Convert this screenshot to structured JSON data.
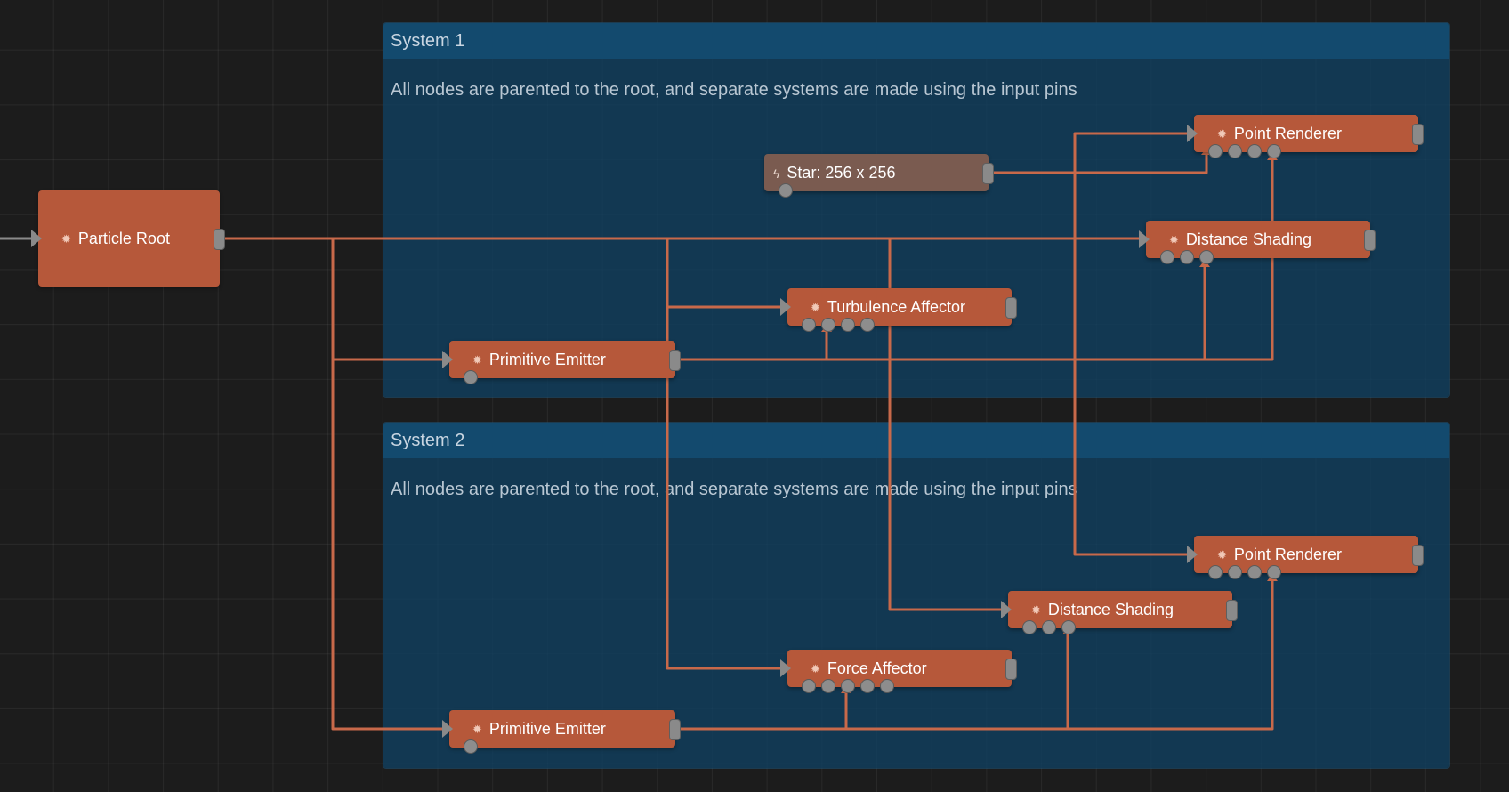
{
  "groups": [
    {
      "title": "System 1",
      "comment": "All nodes are parented to the root, and separate systems are made using the input pins"
    },
    {
      "title": "System 2",
      "comment": "All nodes are parented to the root, and separate systems are made using the input pins"
    }
  ],
  "nodes": {
    "particle_root": {
      "label": "Particle Root",
      "icon": "gear-icon"
    },
    "star_texture": {
      "label": "Star: 256 x 256",
      "icon": "lightning-icon"
    },
    "s1_point_renderer": {
      "label": "Point Renderer",
      "icon": "gear-icon"
    },
    "s1_distance_shading": {
      "label": "Distance Shading",
      "icon": "gear-icon"
    },
    "s1_turbulence_affector": {
      "label": "Turbulence Affector",
      "icon": "gear-icon"
    },
    "s1_primitive_emitter": {
      "label": "Primitive Emitter",
      "icon": "gear-icon"
    },
    "s2_point_renderer": {
      "label": "Point Renderer",
      "icon": "gear-icon"
    },
    "s2_distance_shading": {
      "label": "Distance Shading",
      "icon": "gear-icon"
    },
    "s2_force_affector": {
      "label": "Force Affector",
      "icon": "gear-icon"
    },
    "s2_primitive_emitter": {
      "label": "Primitive Emitter",
      "icon": "gear-icon"
    }
  },
  "colors": {
    "canvas": "#1c1c1c",
    "group_body": "#104062",
    "group_header": "#134a6e",
    "node": "#b6583a",
    "texture_node": "#7a5b50",
    "wire": "#c8694a",
    "pin": "#8a8a8a"
  }
}
